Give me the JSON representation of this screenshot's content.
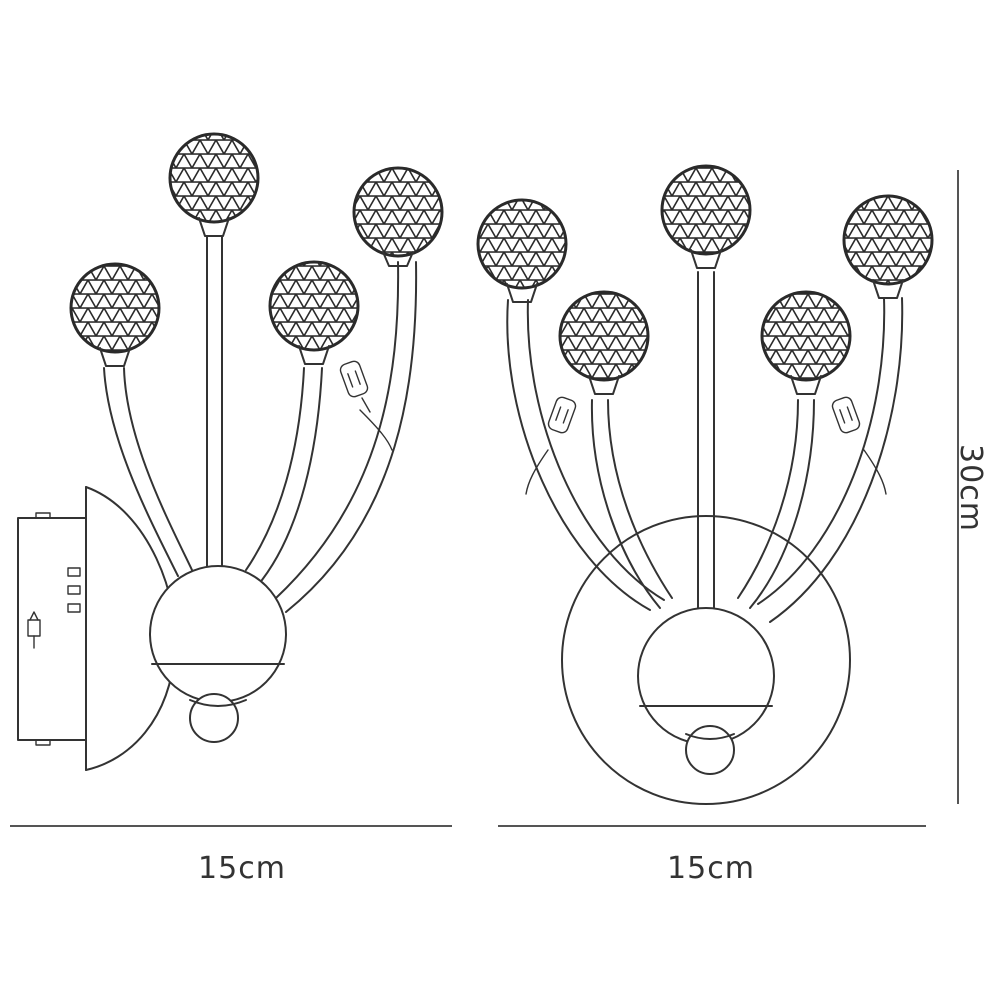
{
  "diagram": {
    "dimensions": {
      "side_width": "15cm",
      "front_width": "15cm",
      "height": "30cm"
    },
    "colors": {
      "line": "#333333",
      "background": "#ffffff"
    }
  }
}
